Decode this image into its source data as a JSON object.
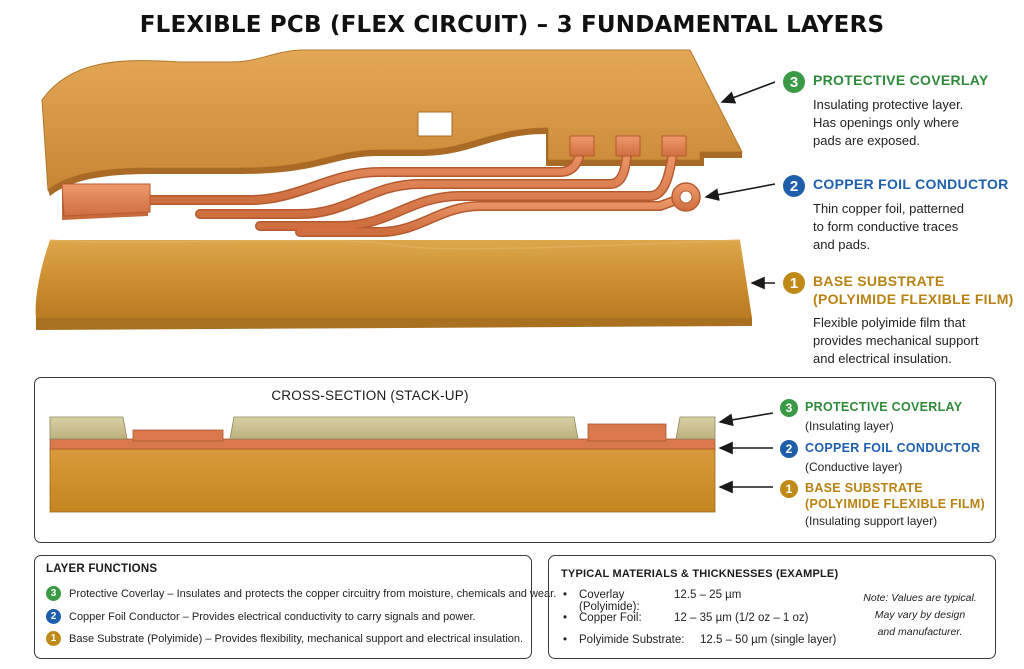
{
  "title": "FLEXIBLE PCB (FLEX CIRCUIT) – 3 FUNDAMENTAL LAYERS",
  "layers": [
    {
      "number": "3",
      "name": "PROTECTIVE COVERLAY",
      "description": "Insulating protective layer.\nHas openings only where\npads are exposed.",
      "color": "#3a9a45"
    },
    {
      "number": "2",
      "name": "COPPER FOIL CONDUCTOR",
      "description": "Thin copper foil, patterned\nto form conductive traces\nand pads.",
      "color": "#1f5eaa"
    },
    {
      "number": "1",
      "name": "BASE SUBSTRATE\n(POLYIMIDE FLEXIBLE FILM)",
      "description": "Flexible polyimide film that\nprovides mechanical support\nand electrical insulation.",
      "color": "#c08a18"
    }
  ],
  "cross_section": {
    "title": "CROSS-SECTION (STACK-UP)",
    "labels": [
      {
        "number": "3",
        "name": "PROTECTIVE COVERLAY",
        "sub": "(Insulating layer)"
      },
      {
        "number": "2",
        "name": "COPPER FOIL CONDUCTOR",
        "sub": "(Conductive layer)"
      },
      {
        "number": "1",
        "name": "BASE SUBSTRATE\n(POLYIMIDE FLEXIBLE FILM)",
        "sub": "(Insulating support layer)"
      }
    ]
  },
  "layer_functions": {
    "title": "LAYER FUNCTIONS",
    "items": [
      {
        "number": "3",
        "name": "Protective Coverlay",
        "text": " – Insulates and protects the copper circuitry from moisture, chemicals and wear."
      },
      {
        "number": "2",
        "name": "Copper Foil Conductor",
        "text": " – Provides electrical conductivity to carry signals and power."
      },
      {
        "number": "1",
        "name": "Base Substrate (Polyimide)",
        "text": " – Provides flexibility, mechanical support and electrical insulation."
      }
    ]
  },
  "materials": {
    "title": "TYPICAL MATERIALS & THICKNESSES (EXAMPLE)",
    "items": [
      {
        "label": "Coverlay (Polyimide):",
        "value": "12.5 – 25 µm"
      },
      {
        "label": "Copper Foil:",
        "value": "12 – 35 µm (1/2 oz – 1 oz)"
      },
      {
        "label": "Polyimide Substrate:",
        "value": "12.5 – 50 µm (single layer)"
      }
    ],
    "bullet": "•",
    "note": "Note: Values are typical.\nMay vary by design\nand manufacturer."
  },
  "colors": {
    "polyimide": "#c98b2c",
    "copper": "#d77a4c",
    "coverlay_cs": "#c9c090"
  }
}
